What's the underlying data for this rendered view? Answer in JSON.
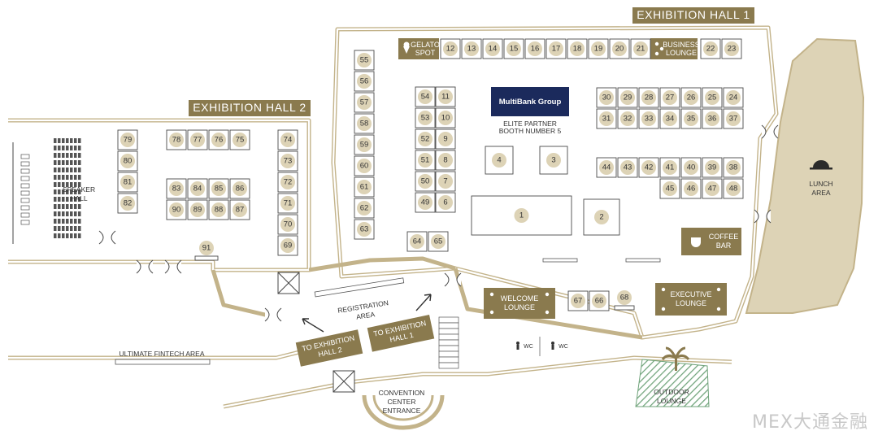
{
  "map": {
    "hall1_title": "EXHIBITION HALL 1",
    "hall2_title": "EXHIBITION HALL 2",
    "speaker_hall": [
      "SPEAKER",
      "HALL"
    ],
    "gelato": [
      "GELATO",
      "SPOT"
    ],
    "business_lounge": [
      "BUSINESS",
      "LOUNGE"
    ],
    "sponsor_logo": "MultiBank Group",
    "elite_partner": [
      "ELITE PARTNER",
      "BOOTH NUMBER 5"
    ],
    "registration": [
      "REGISTRATION",
      "AREA"
    ],
    "to_hall_2": [
      "TO EXHIBITION",
      "HALL 2"
    ],
    "to_hall_1": [
      "TO EXHIBITION",
      "HALL 1"
    ],
    "convention": [
      "CONVENTION",
      "CENTER",
      "ENTRANCE"
    ],
    "ultimate_fintech": "ULTIMATE FINTECH AREA",
    "welcome_lounge": [
      "WELCOME",
      "LOUNGE"
    ],
    "executive_lounge": [
      "EXECUTIVE",
      "LOUNGE"
    ],
    "coffee_bar": [
      "COFFEE",
      "BAR"
    ],
    "lunch_area": [
      "LUNCH",
      "AREA"
    ],
    "outdoor_lounge": [
      "OUTDOOR",
      "LOUNGE"
    ],
    "wc": "WC",
    "watermark": "MEX大通金融",
    "colors": {
      "gold": "#8a7a4e",
      "wall": "#c3b38a",
      "sand": "#ddd3b6",
      "navy": "#1b2a5c",
      "green": "#6fa37a"
    },
    "icons": [
      "gelato-icon",
      "lounge-icon",
      "coffee-cup-icon",
      "lunch-cloche-icon",
      "palm-tree-icon",
      "wc-person-icon",
      "arrow-icon",
      "door-icon"
    ]
  },
  "booths": [
    {
      "n": "12"
    },
    {
      "n": "13"
    },
    {
      "n": "14"
    },
    {
      "n": "15"
    },
    {
      "n": "16"
    },
    {
      "n": "17"
    },
    {
      "n": "18"
    },
    {
      "n": "19"
    },
    {
      "n": "20"
    },
    {
      "n": "21"
    },
    {
      "n": "22"
    },
    {
      "n": "23"
    },
    {
      "n": "55"
    },
    {
      "n": "56"
    },
    {
      "n": "57"
    },
    {
      "n": "58"
    },
    {
      "n": "59"
    },
    {
      "n": "60"
    },
    {
      "n": "61"
    },
    {
      "n": "62"
    },
    {
      "n": "63"
    },
    {
      "n": "54"
    },
    {
      "n": "11"
    },
    {
      "n": "53"
    },
    {
      "n": "10"
    },
    {
      "n": "52"
    },
    {
      "n": "9"
    },
    {
      "n": "51"
    },
    {
      "n": "8"
    },
    {
      "n": "50"
    },
    {
      "n": "7"
    },
    {
      "n": "49"
    },
    {
      "n": "6"
    },
    {
      "n": "30"
    },
    {
      "n": "29"
    },
    {
      "n": "28"
    },
    {
      "n": "27"
    },
    {
      "n": "26"
    },
    {
      "n": "25"
    },
    {
      "n": "24"
    },
    {
      "n": "31"
    },
    {
      "n": "32"
    },
    {
      "n": "33"
    },
    {
      "n": "34"
    },
    {
      "n": "35"
    },
    {
      "n": "36"
    },
    {
      "n": "37"
    },
    {
      "n": "44"
    },
    {
      "n": "43"
    },
    {
      "n": "42"
    },
    {
      "n": "41"
    },
    {
      "n": "40"
    },
    {
      "n": "39"
    },
    {
      "n": "38"
    },
    {
      "n": "45"
    },
    {
      "n": "46"
    },
    {
      "n": "47"
    },
    {
      "n": "48"
    },
    {
      "n": "4"
    },
    {
      "n": "3"
    },
    {
      "n": "1"
    },
    {
      "n": "2"
    },
    {
      "n": "64"
    },
    {
      "n": "65"
    },
    {
      "n": "67"
    },
    {
      "n": "66"
    },
    {
      "n": "68"
    },
    {
      "n": "79"
    },
    {
      "n": "80"
    },
    {
      "n": "81"
    },
    {
      "n": "82"
    },
    {
      "n": "78"
    },
    {
      "n": "77"
    },
    {
      "n": "76"
    },
    {
      "n": "75"
    },
    {
      "n": "83"
    },
    {
      "n": "84"
    },
    {
      "n": "85"
    },
    {
      "n": "86"
    },
    {
      "n": "90"
    },
    {
      "n": "89"
    },
    {
      "n": "88"
    },
    {
      "n": "87"
    },
    {
      "n": "74"
    },
    {
      "n": "73"
    },
    {
      "n": "72"
    },
    {
      "n": "71"
    },
    {
      "n": "70"
    },
    {
      "n": "69"
    },
    {
      "n": "91"
    }
  ]
}
